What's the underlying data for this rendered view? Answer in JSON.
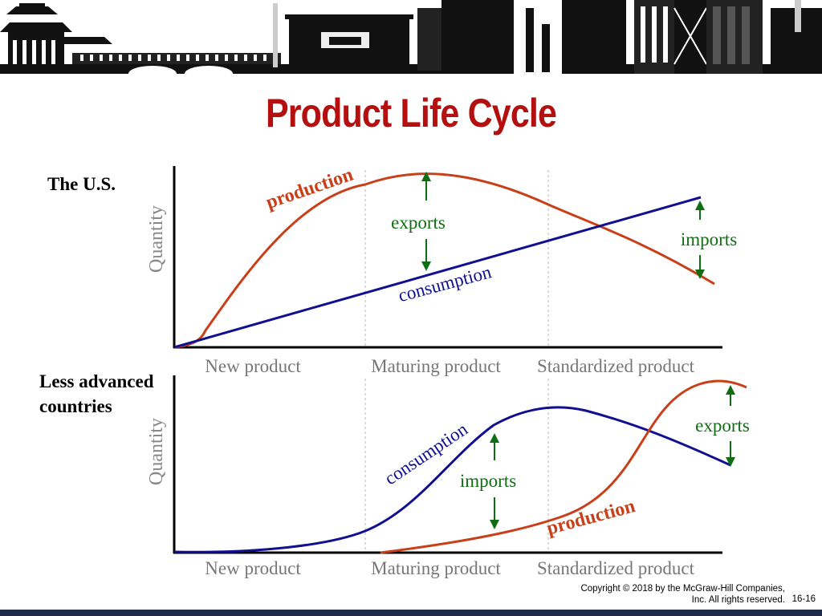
{
  "slide": {
    "title": "Product Life Cycle",
    "copyright_line1": "Copyright © 2018 by the McGraw-Hill Companies,",
    "copyright_line2": "Inc. All rights reserved.",
    "slide_number": "16-16"
  },
  "panels": [
    {
      "region": "The U.S.",
      "ylabel": "Quantity",
      "stages": [
        "New product",
        "Maturing product",
        "Standardized product"
      ],
      "curves": {
        "production": "production",
        "consumption": "consumption"
      },
      "annotations": {
        "middle": "exports",
        "right": "imports"
      }
    },
    {
      "region": "Less advanced countries",
      "ylabel": "Quantity",
      "stages": [
        "New product",
        "Maturing product",
        "Standardized product"
      ],
      "curves": {
        "production": "production",
        "consumption": "consumption"
      },
      "annotations": {
        "middle": "imports",
        "right": "exports"
      }
    }
  ],
  "colors": {
    "title": "#b3100f",
    "production": "#c8401a",
    "consumption": "#101090",
    "arrows": "#0f6e12",
    "stage_text": "#777777"
  }
}
